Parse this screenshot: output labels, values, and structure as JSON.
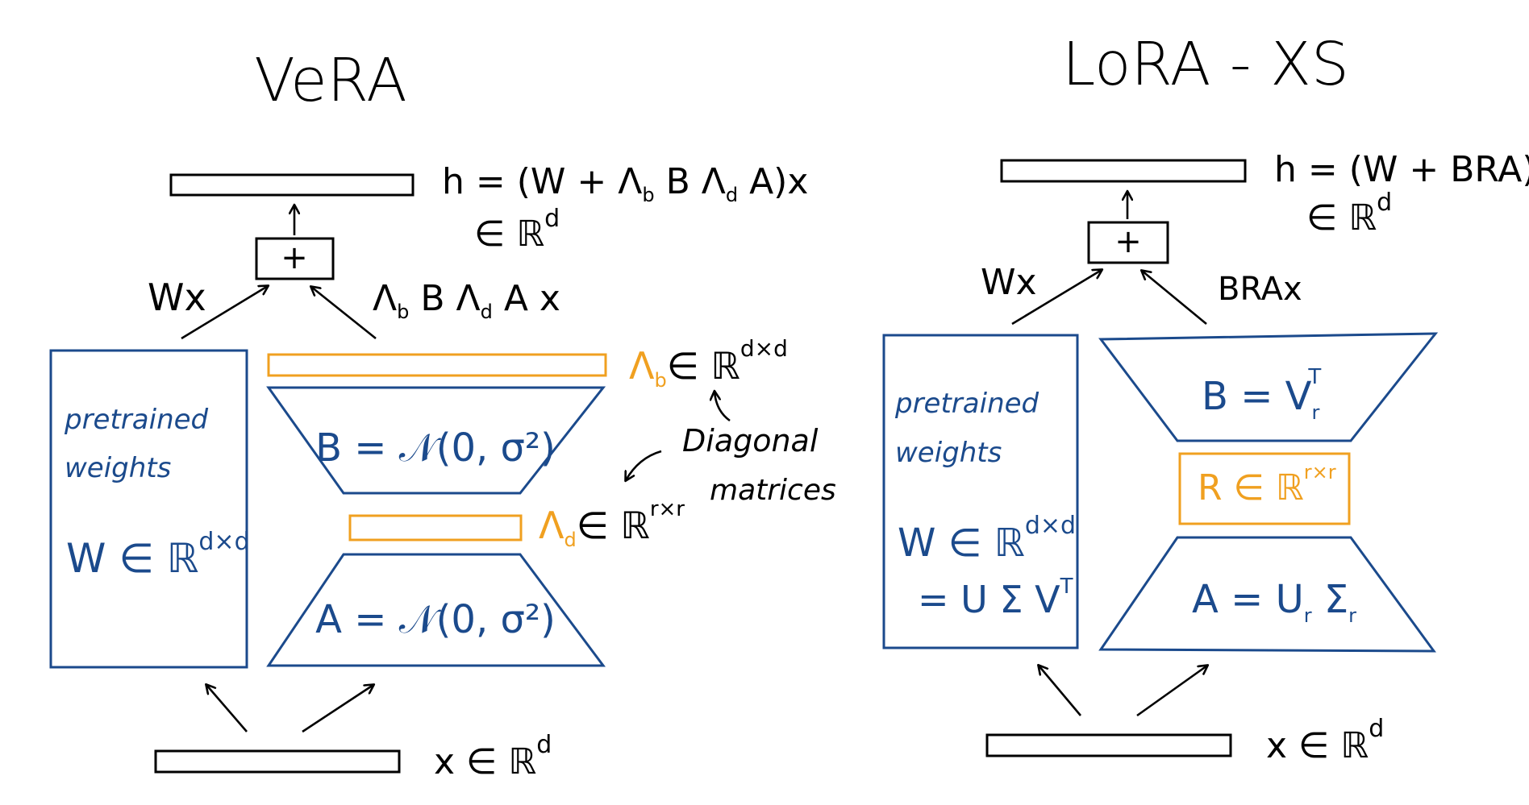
{
  "colors": {
    "ink": "#000000",
    "blue": "#1b4a8c",
    "orange": "#f0a020"
  },
  "vera": {
    "title": "VeRA",
    "output_eq_h": "h = (W + Λ",
    "output_eq_b_sub": "b",
    "output_eq_mid": " B Λ",
    "output_eq_d_sub": "d",
    "output_eq_end": " A)x",
    "output_space": "∈ ℝ",
    "output_space_sup": "d",
    "plus": "+",
    "wx": "Wx",
    "path_label": "Λ",
    "path_label_b_sub": "b",
    "path_label_mid": " B Λ",
    "path_label_d_sub": "d",
    "path_label_end": " A x",
    "pretrained_line1": "pretrained",
    "pretrained_line2": "weights",
    "w_space": "W ∈ ℝ",
    "w_space_sup": "d×d",
    "lambda_b": "Λ",
    "lambda_b_sub": "b",
    "lambda_b_space": "∈ ℝ",
    "lambda_b_sup": "d×d",
    "b_matrix": "B = 𝒩(0, σ²)",
    "diagonal_line1": "Diagonal",
    "diagonal_line2": "matrices",
    "lambda_d": "Λ",
    "lambda_d_sub": "d",
    "lambda_d_space": "∈ ℝ",
    "lambda_d_sup": "r×r",
    "a_matrix": "A = 𝒩(0, σ²)",
    "input": "x ∈ ℝ",
    "input_sup": "d"
  },
  "loraxs": {
    "title": "LoRA - XS",
    "output_eq": "h = (W + BRA)x",
    "output_space": "∈ ℝ",
    "output_space_sup": "d",
    "plus": "+",
    "wx": "Wx",
    "path_label": "BRAx",
    "pretrained_line1": "pretrained",
    "pretrained_line2": "weights",
    "w_space": "W ∈ ℝ",
    "w_space_sup": "d×d",
    "svd": "= U Σ V",
    "svd_sup": "T",
    "b_matrix": "B = V",
    "b_matrix_sub": "r",
    "b_matrix_sup": "T",
    "r_matrix": "R ∈ ℝ",
    "r_matrix_sup": "r×r",
    "a_matrix": "A = U",
    "a_matrix_sub1": "r",
    "a_matrix_mid": " Σ",
    "a_matrix_sub2": "r",
    "input": "x ∈ ℝ",
    "input_sup": "d"
  }
}
